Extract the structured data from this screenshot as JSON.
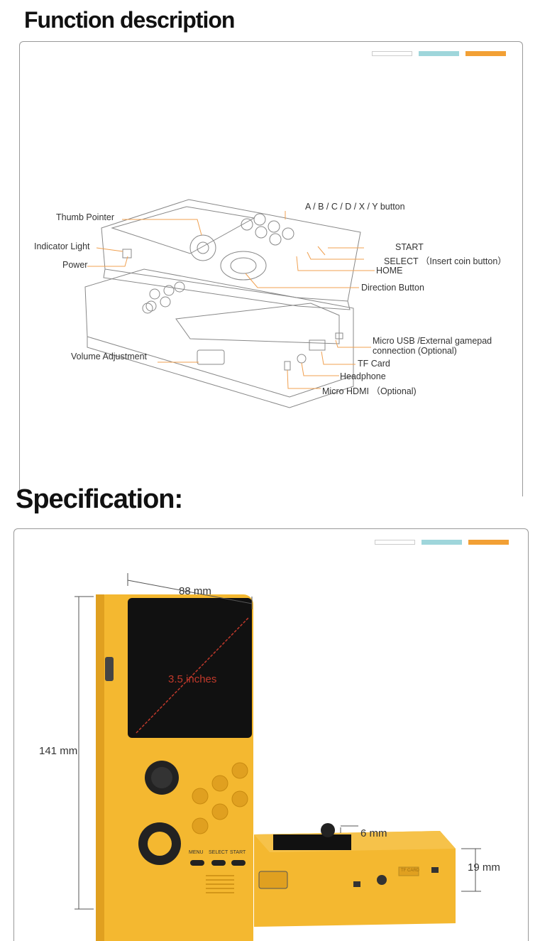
{
  "section1": {
    "title": "Function description",
    "labels": {
      "thumb_pointer": "Thumb Pointer",
      "indicator_light": "Indicator Light",
      "power": "Power",
      "abcdxy": "A / B / C / D / X / Y  button",
      "start": "START",
      "select": "SELECT （Insert coin button）",
      "home": "HOME",
      "direction": "Direction Button",
      "volume": "Volume Adjustment",
      "micro_usb": "Micro USB /External gamepad",
      "micro_usb2": "connection (Optional)",
      "tf_card": "TF Card",
      "headphone": "Headphone",
      "micro_hdmi": "Micro HDMI （Optional)"
    }
  },
  "section2": {
    "title": "Specification:",
    "dims": {
      "width": "88 mm",
      "height": "141 mm",
      "screen": "3.5 inches",
      "stick": "6 mm",
      "depth": "19 mm"
    },
    "buttons": {
      "menu": "MENU",
      "select": "SELECT",
      "start": "START",
      "tf": "TF CARD"
    }
  },
  "colors": {
    "bar_white": "#ffffff",
    "bar_teal": "#9fd6db",
    "bar_orange": "#f2a035",
    "device_yellow": "#f4b830",
    "leader_orange": "#f0a050"
  }
}
